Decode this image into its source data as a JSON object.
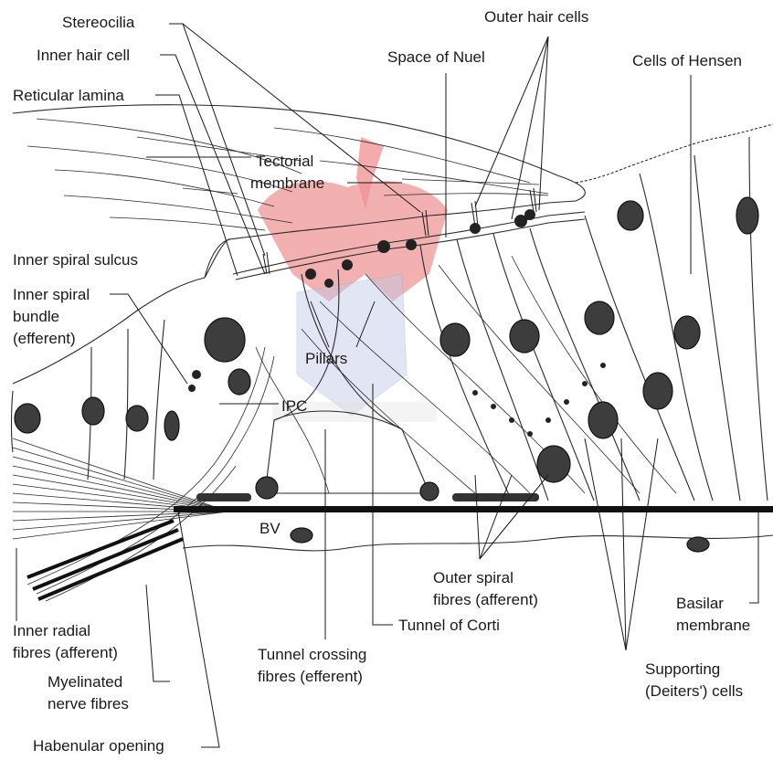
{
  "labels": {
    "stereocilia": "Stereocilia",
    "inner_hair_cell": "Inner hair cell",
    "reticular_lamina": "Reticular lamina",
    "outer_hair_cells": "Outer hair cells",
    "space_of_nuel": "Space of Nuel",
    "cells_of_hensen": "Cells of Hensen",
    "tectorial_1": "Tectorial",
    "tectorial_2": "membrane",
    "inner_spiral_sulcus": "Inner spiral sulcus",
    "inner_spiral_bundle_1": "Inner spiral",
    "inner_spiral_bundle_2": "bundle",
    "inner_spiral_bundle_3": "(efferent)",
    "pillars": "Pillars",
    "ipc": "IPC",
    "bv": "BV",
    "outer_spiral_1": "Outer spiral",
    "outer_spiral_2": "fibres (afferent)",
    "tunnel_of_corti": "Tunnel of Corti",
    "basilar_1": "Basilar",
    "basilar_2": "membrane",
    "inner_radial_1": "Inner radial",
    "inner_radial_2": "fibres (afferent)",
    "tunnel_crossing_1": "Tunnel crossing",
    "tunnel_crossing_2": "fibres (efferent)",
    "supporting_1": "Supporting",
    "supporting_2": "(Deiters') cells",
    "myelinated_1": "Myelinated",
    "myelinated_2": "nerve fibres",
    "habenular_opening": "Habenular opening"
  },
  "colors": {
    "ink": "#1a1a1a",
    "watermark_red": "#d42a2a",
    "watermark_blue": "#5a6fb0",
    "hensen_shade": "#e9e9ef"
  }
}
